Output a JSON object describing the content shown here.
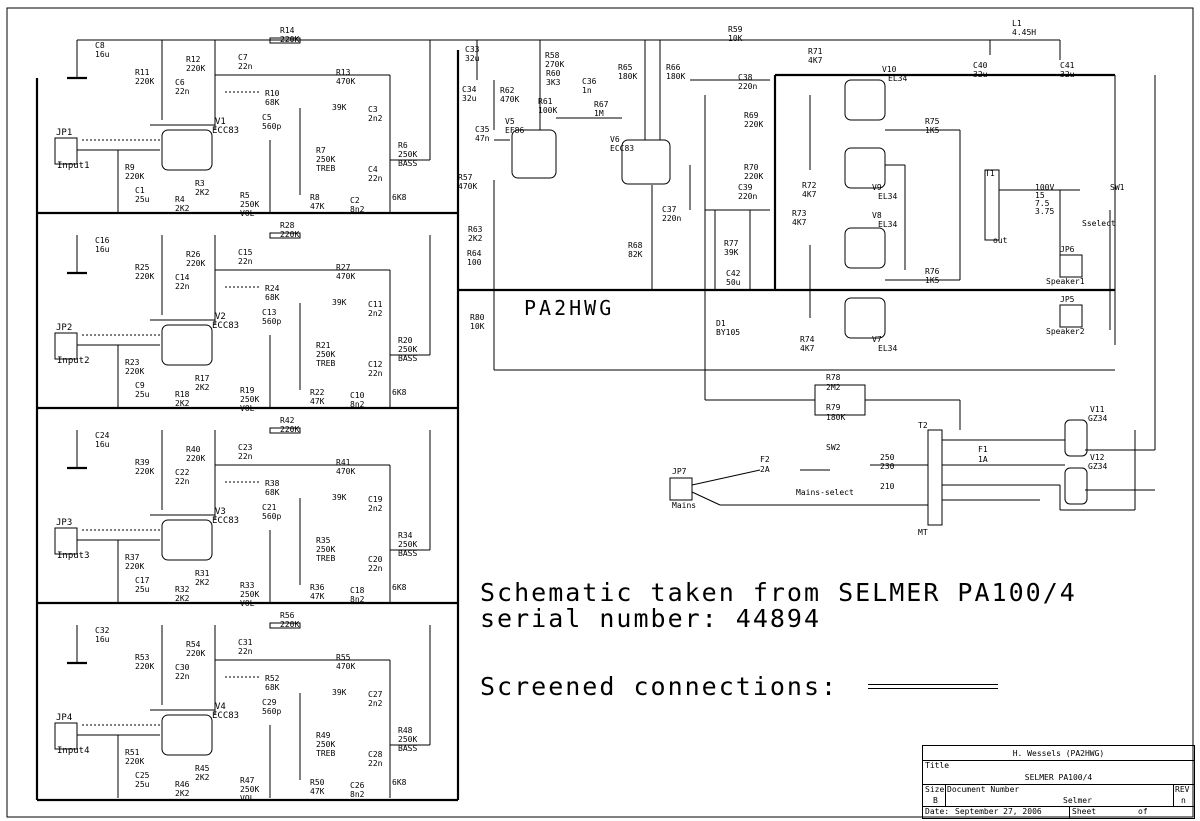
{
  "notes": {
    "source_line1": "Schematic taken from SELMER PA100/4",
    "source_line2": "serial number: 44894",
    "screened": "Screened connections:",
    "design_name": "PA2HWG"
  },
  "title_block": {
    "author": "H. Wessels (PA2HWG)",
    "title_label": "Title",
    "title": "SELMER PA100/4",
    "size_label": "Size",
    "size": "B",
    "doc_label": "Document Number",
    "doc": "Selmer",
    "rev_label": "REV",
    "rev": "n",
    "date_label": "Date:",
    "date": "September 27, 2006",
    "sheet_label": "Sheet",
    "of_label": "of"
  },
  "channels": [
    {
      "jp": "JP1",
      "input": "Input1",
      "tube": "V1",
      "tube_type": "ECC83",
      "caps": [
        "C8 16u",
        "C1 25u",
        "C6 22n",
        "C7 22n",
        "C5 560p",
        "C3 2n2",
        "C4 22n",
        "C2 8n2"
      ],
      "res": [
        "R11 220K",
        "R12 220K",
        "R14 220K",
        "R13 470K",
        "R10 68K",
        "R9 220K",
        "R4 2K2",
        "R3 2K2",
        "R5 250K VOL",
        "R7 250K TREB",
        "R8 47K",
        "R6 250K BASS",
        "6K8",
        "39K"
      ]
    },
    {
      "jp": "JP2",
      "input": "Input2",
      "tube": "V2",
      "tube_type": "ECC83",
      "caps": [
        "C16 16u",
        "C9 25u",
        "C14 22n",
        "C15 22n",
        "C13 560p",
        "C11 2n2",
        "C12 22n",
        "C10 8n2"
      ],
      "res": [
        "R25 220K",
        "R26 220K",
        "R28 220K",
        "R27 470K",
        "R24 68K",
        "R23 220K",
        "R18 2K2",
        "R17 2K2",
        "R19 250K VOL",
        "R21 250K TREB",
        "R22 47K",
        "R20 250K BASS",
        "6K8",
        "39K"
      ]
    },
    {
      "jp": "JP3",
      "input": "Input3",
      "tube": "V3",
      "tube_type": "ECC83",
      "caps": [
        "C24 16u",
        "C17 25u",
        "C22 22n",
        "C23 22n",
        "C21 560p",
        "C19 2n2",
        "C20 22n",
        "C18 8n2"
      ],
      "res": [
        "R39 220K",
        "R40 220K",
        "R42 220K",
        "R41 470K",
        "R38 68K",
        "R37 220K",
        "R32 2K2",
        "R31 2K2",
        "R33 250K VOL",
        "R35 250K TREB",
        "R36 47K",
        "R34 250K BASS",
        "6K8",
        "39K"
      ]
    },
    {
      "jp": "JP4",
      "input": "Input4",
      "tube": "V4",
      "tube_type": "ECC83",
      "caps": [
        "C32 16u",
        "C25 25u",
        "C30 22n",
        "C31 22n",
        "C29 560p",
        "C27 2n2",
        "C28 22n",
        "C26 8n2"
      ],
      "res": [
        "R53 220K",
        "R54 220K",
        "R56 220K",
        "R55 470K",
        "R52 68K",
        "R51 220K",
        "R46 2K2",
        "R45 2K2",
        "R47 250K VOL",
        "R49 250K TREB",
        "R50 47K",
        "R48 250K BASS",
        "6K8",
        "39K"
      ]
    }
  ],
  "driver": {
    "tubes": [
      {
        "id": "V5",
        "type": "EF86"
      },
      {
        "id": "V6",
        "type": "ECC83"
      }
    ],
    "parts": [
      "C33 32u",
      "C34 32u",
      "R58 270K",
      "R60 3K3",
      "C36 1n",
      "R62 470K",
      "R61 100K",
      "R67 1M",
      "C35 47n",
      "R57 470K",
      "R63 2K2",
      "R64 100",
      "R80 10K",
      "R65 180K",
      "R66 180K",
      "C37 220n",
      "R68 82K",
      "C38 220n",
      "C39 220n",
      "R69 220K",
      "R70 220K",
      "R77 39K",
      "C42 50u",
      "D1 BY105"
    ]
  },
  "power": {
    "tubes": [
      {
        "id": "V10",
        "type": "EL34"
      },
      {
        "id": "V9",
        "type": "EL34"
      },
      {
        "id": "V8",
        "type": "EL34"
      },
      {
        "id": "V7",
        "type": "EL34"
      }
    ],
    "parts": [
      "R59 10K",
      "L1 4.45H",
      "C40 32u",
      "C41 32u",
      "R71 4K7",
      "R72 4K7",
      "R73 4K7",
      "R74 4K7",
      "R75 1K5",
      "R76 1K5",
      "T1",
      "out"
    ],
    "taps": [
      "100V",
      "15",
      "7.5",
      "3.75"
    ],
    "switch": "SW1",
    "switch_name": "Sselect",
    "speakers": [
      {
        "jp": "JP6",
        "name": "Speaker1"
      },
      {
        "jp": "JP5",
        "name": "Speaker2"
      }
    ]
  },
  "psu": {
    "parts": [
      "R78 2M2",
      "R79 180K",
      "T2",
      "MT",
      "F1 1A",
      "F2 2A",
      "SW2"
    ],
    "rectifiers": [
      {
        "id": "V11",
        "type": "GZ34"
      },
      {
        "id": "V12",
        "type": "GZ34"
      }
    ],
    "mains_taps": [
      "250",
      "230",
      "210"
    ],
    "mains_jp": "JP7",
    "mains_label": "Mains",
    "mains_select": "Mains-select"
  }
}
